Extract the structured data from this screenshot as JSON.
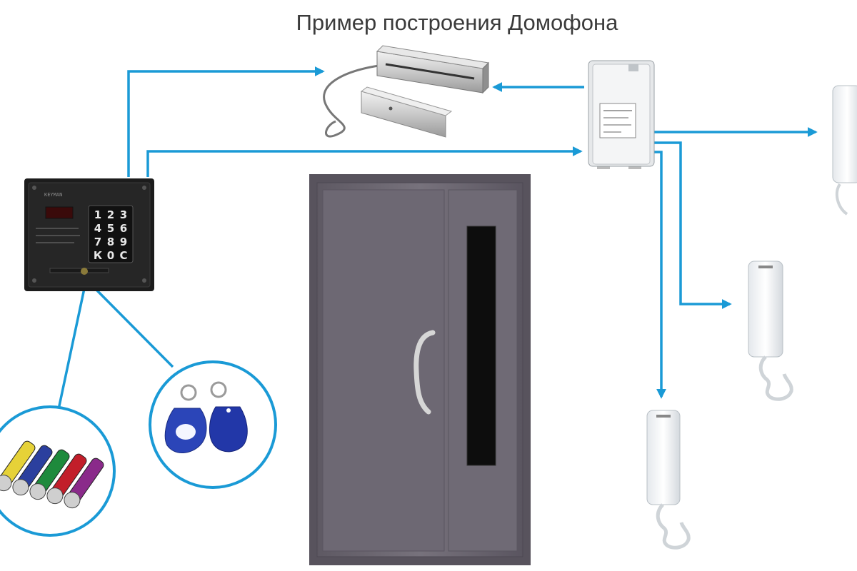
{
  "title": "Пример построения Домофона",
  "panel": {
    "brand": "KEYMAN",
    "keys": [
      "1",
      "2",
      "3",
      "4",
      "5",
      "6",
      "7",
      "8",
      "9",
      "К",
      "0",
      "С"
    ]
  },
  "colors": {
    "arrow": "#1a9ad6",
    "door": "#6b6670",
    "panel": "#1e1e1e",
    "ibutton_keys": [
      "#e6d238",
      "#2b3f9e",
      "#1e8a3c",
      "#c21e2a",
      "#8a2a8a"
    ],
    "rfid_tags": [
      "#2b45b8",
      "#2237a8"
    ]
  },
  "icons": {
    "magnetic_lock": "magnetic-lock-icon",
    "commutator": "commutator-box-icon",
    "handset": "intercom-handset-icon",
    "keypad": "call-panel-icon",
    "door": "door-icon"
  }
}
